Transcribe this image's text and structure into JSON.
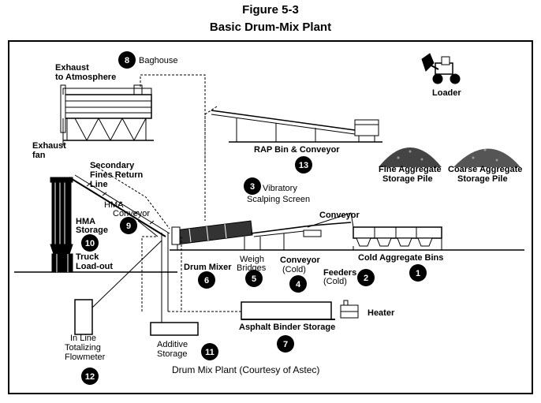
{
  "figure": {
    "number": "Figure 5-3",
    "title": "Basic Drum-Mix Plant",
    "caption": "Drum Mix Plant (Courtesy of Astec)"
  },
  "components": [
    {
      "num": "1",
      "label": [
        "Cold Aggregate Bins"
      ],
      "bold": true
    },
    {
      "num": "2",
      "label": [
        "Feeders",
        "(Cold)"
      ],
      "bold": true
    },
    {
      "num": "3",
      "label": [
        "Vibratory",
        "Scalping Screen"
      ],
      "bold": false
    },
    {
      "num": "4",
      "label": [
        "Conveyor",
        "(Cold)"
      ],
      "bold": true
    },
    {
      "num": "5",
      "label": [
        "Weigh",
        "Bridges"
      ],
      "bold": false
    },
    {
      "num": "6",
      "label": [
        "Drum Mixer"
      ],
      "bold": true
    },
    {
      "num": "7",
      "label": [
        "Asphalt Binder Storage"
      ],
      "bold": true
    },
    {
      "num": "8",
      "label": [
        "Baghouse"
      ],
      "bold": false
    },
    {
      "num": "9",
      "label": [
        "HMA",
        "Conveyor"
      ],
      "bold": false
    },
    {
      "num": "10",
      "label": [
        "HMA",
        "Storage"
      ],
      "bold": true
    },
    {
      "num": "11",
      "label": [
        "Additive",
        "Storage"
      ],
      "bold": false
    },
    {
      "num": "12",
      "label": [
        "In Line",
        "Totalizing",
        "Flowmeter"
      ],
      "bold": false
    },
    {
      "num": "13",
      "label": [
        "RAP Bin & Conveyor"
      ],
      "bold": true
    }
  ],
  "other_labels": {
    "loader": "Loader",
    "exhaust_atmosphere": [
      "Exhaust",
      "to Atmosphere"
    ],
    "exhaust_fan": [
      "Exhaust",
      "fan"
    ],
    "secondary_fines": [
      "Secondary",
      "Fines Return",
      "Line"
    ],
    "truck_loadout": [
      "Truck",
      "Load-out"
    ],
    "conveyor": "Conveyor",
    "heater": "Heater",
    "fine_pile": [
      "Fine Aggregate",
      "Storage Pile"
    ],
    "coarse_pile": [
      "Coarse Aggregate",
      "Storage Pile"
    ]
  }
}
